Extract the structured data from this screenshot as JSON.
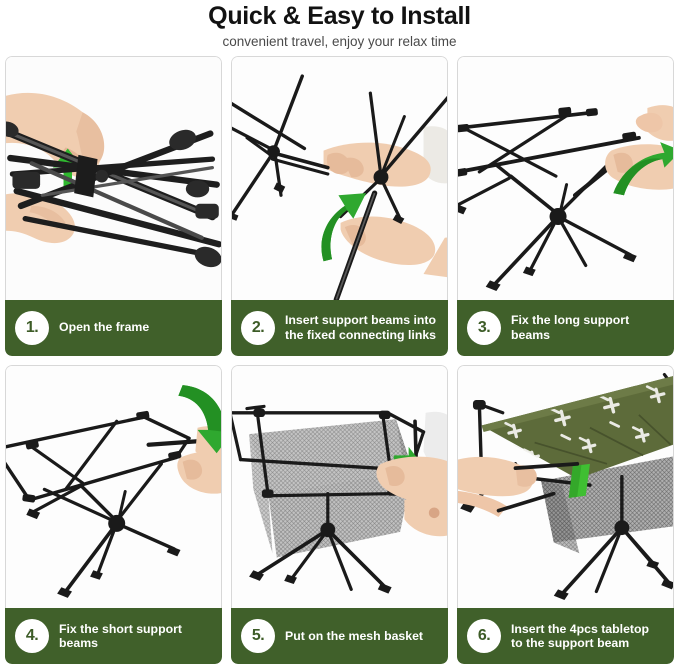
{
  "header": {
    "title": "Quick & Easy to Install",
    "subtitle": "convenient travel, enjoy your relax time"
  },
  "colors": {
    "caption_green": "#40602a",
    "badge_text_green": "#3d5c27",
    "arrow_green": "#2fb82f",
    "arrow_green_dark": "#1d7a1d",
    "tabletop_olive": "#5d6b3a",
    "frame_black": "#1e1e1e",
    "skin": "#f0cdb0",
    "mesh_gray": "#6e6e6e",
    "card_border": "#d8d8d8",
    "title_black": "#121212",
    "subtitle_gray": "#4a4a4a"
  },
  "steps": [
    {
      "number": "1.",
      "caption": "Open the frame",
      "scene": "folded-frame-hands",
      "arrow": "straight-up-left"
    },
    {
      "number": "2.",
      "caption": "Insert support beams into\nthe fixed connecting links",
      "scene": "insert-support-beam",
      "arrow": "curved-up"
    },
    {
      "number": "3.",
      "caption": "Fix the long support\nbeams",
      "scene": "fix-long-beam",
      "arrow": "curved-up-right"
    },
    {
      "number": "4.",
      "caption": "Fix the short support\nbeams",
      "scene": "fix-short-beam",
      "arrow": "curved-down"
    },
    {
      "number": "5.",
      "caption": "Put on the mesh basket",
      "scene": "mesh-basket",
      "arrow": "small-right"
    },
    {
      "number": "6.",
      "caption": "Insert the 4pcs tabletop\nto the support beam",
      "scene": "tabletop-install",
      "arrow": "none"
    }
  ]
}
